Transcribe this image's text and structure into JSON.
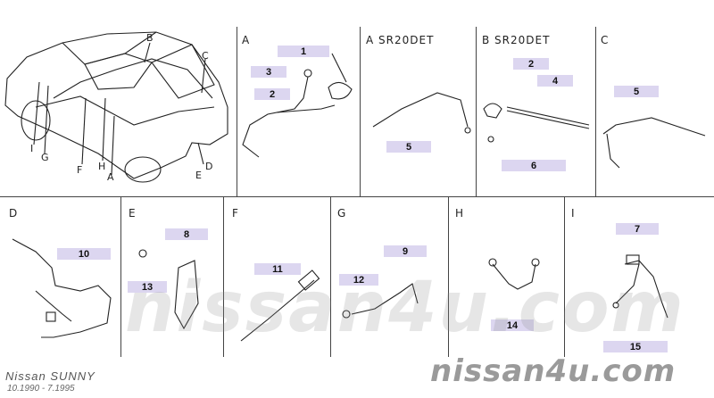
{
  "sections": {
    "A": "A",
    "A_SR20DET": "A  SR20DET",
    "B_SR20DET": "B  SR20DET",
    "C": "C",
    "D": "D",
    "E": "E",
    "F": "F",
    "G": "G",
    "H": "H",
    "I": "I"
  },
  "car_callouts": [
    "B",
    "C",
    "D",
    "E",
    "A",
    "H",
    "F",
    "G",
    "I"
  ],
  "part_numbers": {
    "p1": "1",
    "p2a": "2",
    "p3": "3",
    "p5a": "5",
    "p2b": "2",
    "p4": "4",
    "p6": "6",
    "p5c": "5",
    "p10": "10",
    "p8": "8",
    "p13": "13",
    "p11": "11",
    "p9": "9",
    "p12": "12",
    "p14": "14",
    "p7": "7",
    "p15": "15"
  },
  "footer": {
    "model": "Nissan SUNNY",
    "range": "10.1990  -  7.1995",
    "watermark": "nissan4u.com"
  },
  "colors": {
    "tag_bg": "#dcd6f0",
    "line": "#222222",
    "watermark": "#9a9a9a"
  }
}
